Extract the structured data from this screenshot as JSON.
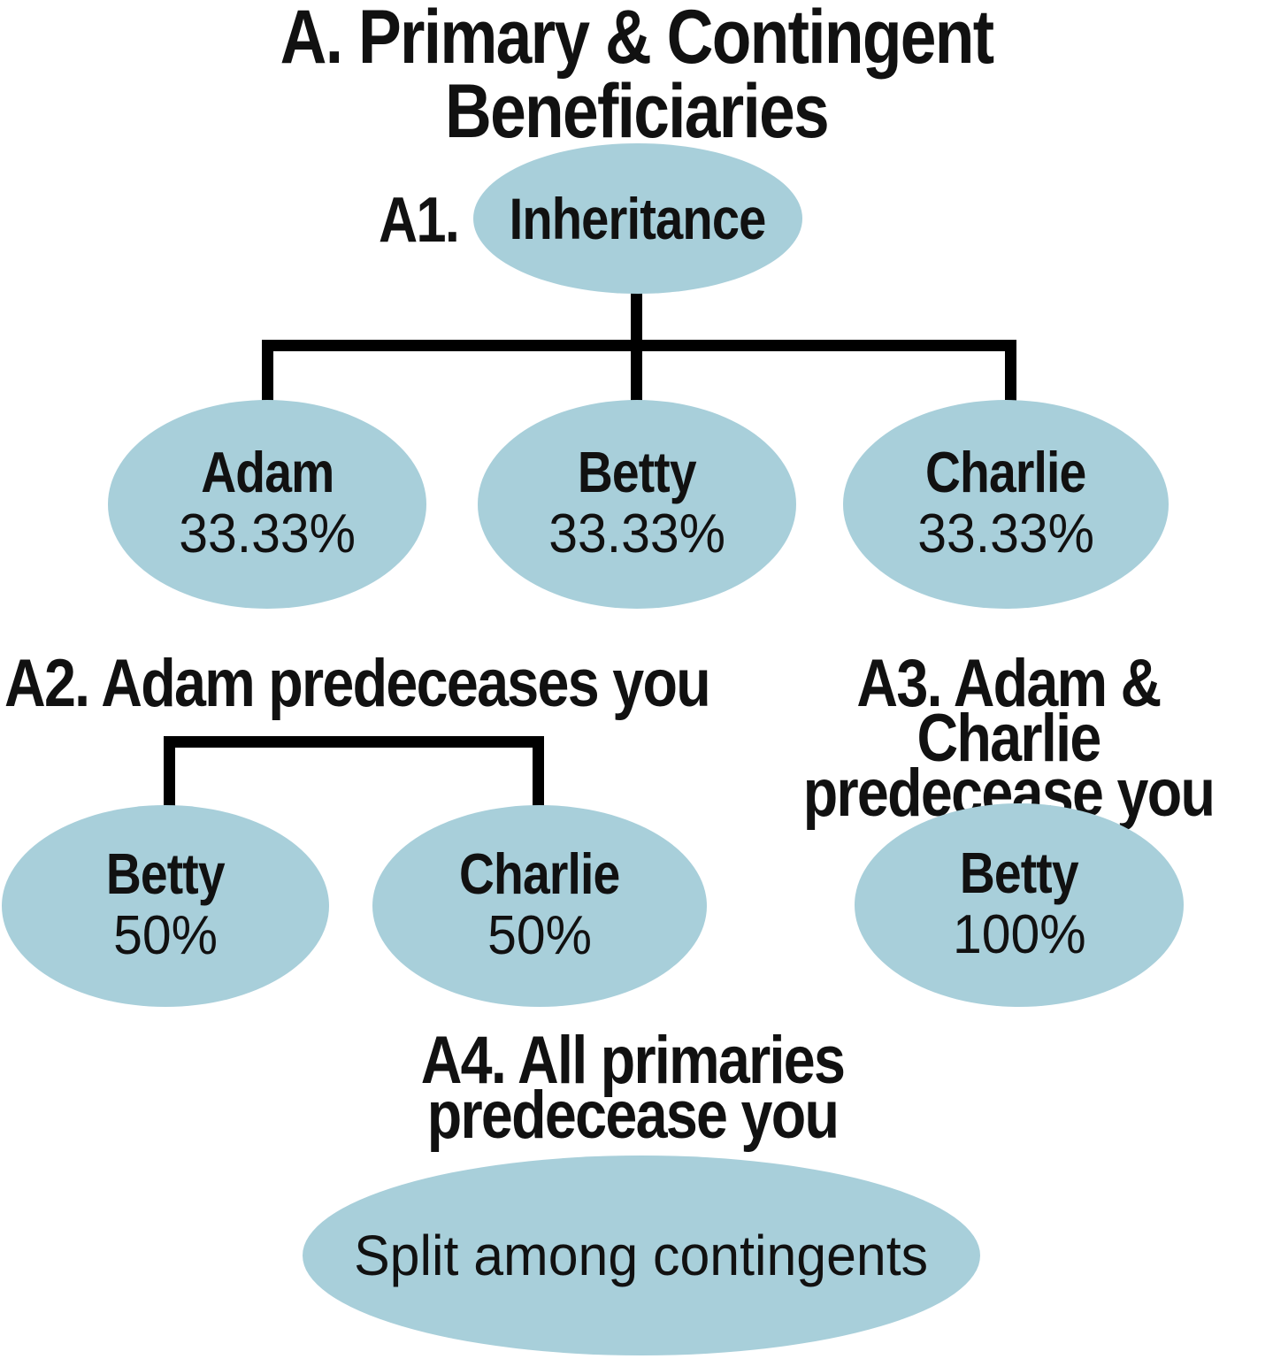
{
  "colors": {
    "background": "#ffffff",
    "ellipse_fill": "#a8cfda",
    "connector": "#000000",
    "text": "#111111"
  },
  "title": {
    "line1": "A. Primary & Contingent",
    "line2": "Beneficiaries"
  },
  "a1": {
    "label": "A1.",
    "root": "Inheritance",
    "children": [
      {
        "name": "Adam",
        "share": "33.33%"
      },
      {
        "name": "Betty",
        "share": "33.33%"
      },
      {
        "name": "Charlie",
        "share": "33.33%"
      }
    ]
  },
  "a2": {
    "heading": "A2. Adam predeceases you",
    "children": [
      {
        "name": "Betty",
        "share": "50%"
      },
      {
        "name": "Charlie",
        "share": "50%"
      }
    ]
  },
  "a3": {
    "heading_line1": "A3. Adam & Charlie",
    "heading_line2": "predecease you",
    "children": [
      {
        "name": "Betty",
        "share": "100%"
      }
    ]
  },
  "a4": {
    "heading_line1": "A4. All primaries",
    "heading_line2": "predecease you",
    "result": "Split among contingents"
  }
}
